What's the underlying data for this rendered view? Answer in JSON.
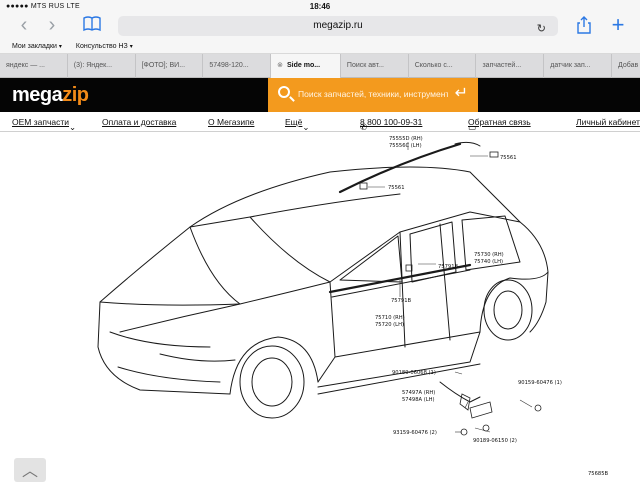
{
  "status": {
    "carrier": "●●●●● MTS RUS  LTE",
    "time": "18:46"
  },
  "browser": {
    "url": "megazip.ru",
    "bookmarks": [
      "Мои закладки",
      "Консульство НЗ"
    ],
    "tabs": [
      "яндекс — ...",
      "(3): Яндек...",
      "[ФОТО]; ВИ...",
      "57498-120...",
      "Side mo...",
      "Поиск авт...",
      "Сколько с...",
      "запчастей...",
      "датчик зап...",
      "Добав"
    ],
    "active_tab_index": 4
  },
  "site": {
    "logo_main": "mega",
    "logo_accent": "zip",
    "search_placeholder": "Поиск запчастей, техники, инструментов",
    "menu": {
      "oem": "OEM запчасти",
      "payment": "Оплата и доставка",
      "about": "О Мегазипе",
      "more": "Ещё",
      "phone": "8 800 100-09-31",
      "feedback": "Обратная связь",
      "account": "Личный кабинет"
    }
  },
  "diagram": {
    "labels": {
      "p75555": "75555D (RH)",
      "p75556": "75556C (LH)",
      "p75561a": "75561",
      "p75561b": "75561",
      "p75730": "75730 (RH)",
      "p75740": "75740 (LH)",
      "p75791": "75791B",
      "p757918": "75791B",
      "p75710": "75710 (RH)",
      "p75720": "75720 (LH)",
      "p90189a": "90189-06068 (1)",
      "p57497": "57497A (RH)",
      "p57498": "57498A (LH)",
      "p90159": "90159-60476 (1)",
      "p93159": "93159-60476 (2)",
      "p90189b": "90189-06150 (2)",
      "ref": "75685B"
    }
  },
  "colors": {
    "accent": "#f39a1e",
    "header_bg": "#050505",
    "ios_blue": "#2b78e4"
  }
}
